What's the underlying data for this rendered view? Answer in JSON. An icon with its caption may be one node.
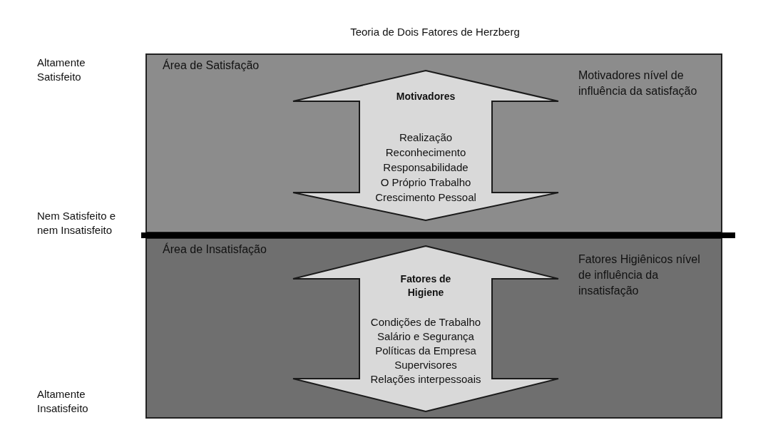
{
  "diagram": {
    "title": "Teoria de Dois Fatores de Herzberg",
    "nodes": [
      {
        "text": [
          "Área de Satisfação",
          "Motivadores nível de influência da satisfação"
        ]
      },
      {
        "text": [
          "Motivadores",
          "Realização",
          "Reconhecimento",
          "Responsabilidade",
          "O Próprio Trabalho",
          "Crescimento Pessoal"
        ],
        "in": 0
      },
      {
        "text": [
          "Área de Insatisfação",
          "Fatores Higiênicos nível de influência da insatisfação"
        ]
      },
      {
        "text": [
          "Fatores de Higiene",
          "Condições de Trabalho",
          "Salário e Segurança",
          "Políticas da Empresa",
          "Supervisores",
          "Relações interpessoais"
        ],
        "in": 2
      }
    ],
    "labels": [
      "Altamente Satisfeito",
      "Nem Satisfeito e nem Insatisfeito",
      "Altamente Insatisfeito"
    ]
  }
}
